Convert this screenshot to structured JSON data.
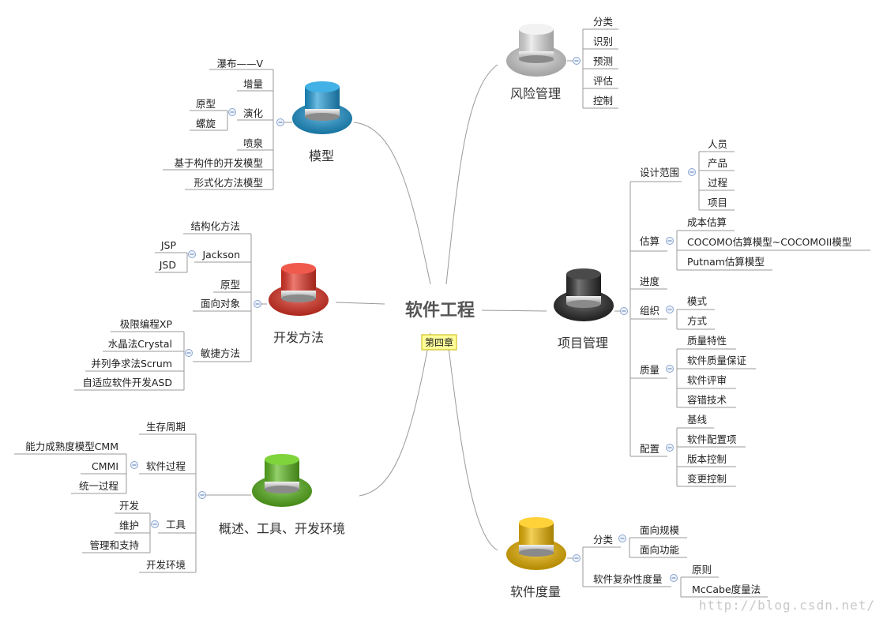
{
  "center": {
    "title": "软件工程",
    "tag": "第四章"
  },
  "branches": {
    "model": {
      "title": "模型",
      "hat_color": "#1e9ad6",
      "items": [
        "瀑布——V",
        "增量",
        "演化",
        "原型",
        "螺旋",
        "喷泉",
        "基于构件的开发模型",
        "形式化方法模型"
      ]
    },
    "dev_method": {
      "title": "开发方法",
      "hat_color": "#e53425",
      "items": [
        "结构化方法",
        "Jackson",
        "JSP",
        "JSD",
        "原型",
        "面向对象",
        "极限编程XP",
        "水晶法Crystal",
        "并列争求法Scrum",
        "自适应软件开发ASD",
        "敏捷方法"
      ]
    },
    "overview": {
      "title": "概述、工具、开发环境",
      "hat_color": "#5cb81e",
      "items": [
        "生存周期",
        "能力成熟度模型CMM",
        "CMMI",
        "统一过程",
        "软件过程",
        "开发",
        "维护",
        "管理和支持",
        "工具",
        "开发环境"
      ]
    },
    "risk": {
      "title": "风险管理",
      "hat_color": "#d9d9d9",
      "items": [
        "分类",
        "识别",
        "预测",
        "评估",
        "控制"
      ]
    },
    "project": {
      "title": "项目管理",
      "hat_color": "#2a2a2a",
      "items": [
        "设计范围",
        "人员",
        "产品",
        "过程",
        "项目",
        "估算",
        "成本估算",
        "COCOMO估算模型~COCOMOII模型",
        "Putnam估算模型",
        "进度",
        "组织",
        "模式",
        "方式",
        "质量",
        "质量特性",
        "软件质量保证",
        "软件评审",
        "容错技术",
        "配置",
        "基线",
        "软件配置项",
        "版本控制",
        "变更控制"
      ]
    },
    "metric": {
      "title": "软件度量",
      "hat_color": "#f0b800",
      "items": [
        "分类",
        "面向规模",
        "面向功能",
        "软件复杂性度量",
        "原则",
        "McCabe度量法"
      ]
    }
  },
  "watermark": "http://blog.csdn.net/"
}
